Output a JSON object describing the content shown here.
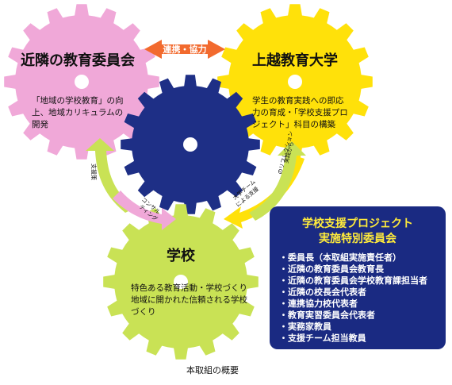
{
  "colors": {
    "pink_gear": "#f0a8d8",
    "yellow_gear": "#ffe10a",
    "green_gear": "#c9e255",
    "navy_gear": "#1e2f86",
    "arrow_orange": "#f26a2e",
    "panel_bg": "#1a2a82",
    "panel_title": "#ffeb3b"
  },
  "gears": {
    "neighbor_board": {
      "title": "近隣の教育委員会",
      "desc_lines": [
        "「地域の学校教育」の向",
        "上、地域カリキュラムの",
        "開発"
      ]
    },
    "university": {
      "title": "上越教育大学",
      "desc_lines": [
        "学生の教育実践への即応",
        "力の育成・「学校支援プロ",
        "ジェクト」科目の構築"
      ]
    },
    "school": {
      "title": "学校",
      "desc_lines": [
        "特色ある教育活動・学校づくり",
        "地域に開かれた信頼される学校",
        "づくり"
      ]
    }
  },
  "arrows": {
    "top": "連携・協力",
    "support_measures": "支援策",
    "consulting_lines": [
      "コンサル",
      "ティング"
    ],
    "univ_team_lines": [
      "大学チーム",
      "による支援"
    ],
    "practice_reflection_lines": [
      "実践から",
      "のリフレクション"
    ]
  },
  "panel": {
    "title_lines": [
      "学校支援プロジェクト",
      "実施特別委員会"
    ],
    "items": [
      "・委員長（本取組実施責任者）",
      "・近隣の教育委員会教育長",
      "・近隣の教育委員会学校教育課担当者",
      "・近隣の校長会代表者",
      "・連携協力校代表者",
      "・教育実習委員会代表者",
      "・実務家教員",
      "・支援チーム担当教員"
    ]
  },
  "caption": "本取組の概要"
}
